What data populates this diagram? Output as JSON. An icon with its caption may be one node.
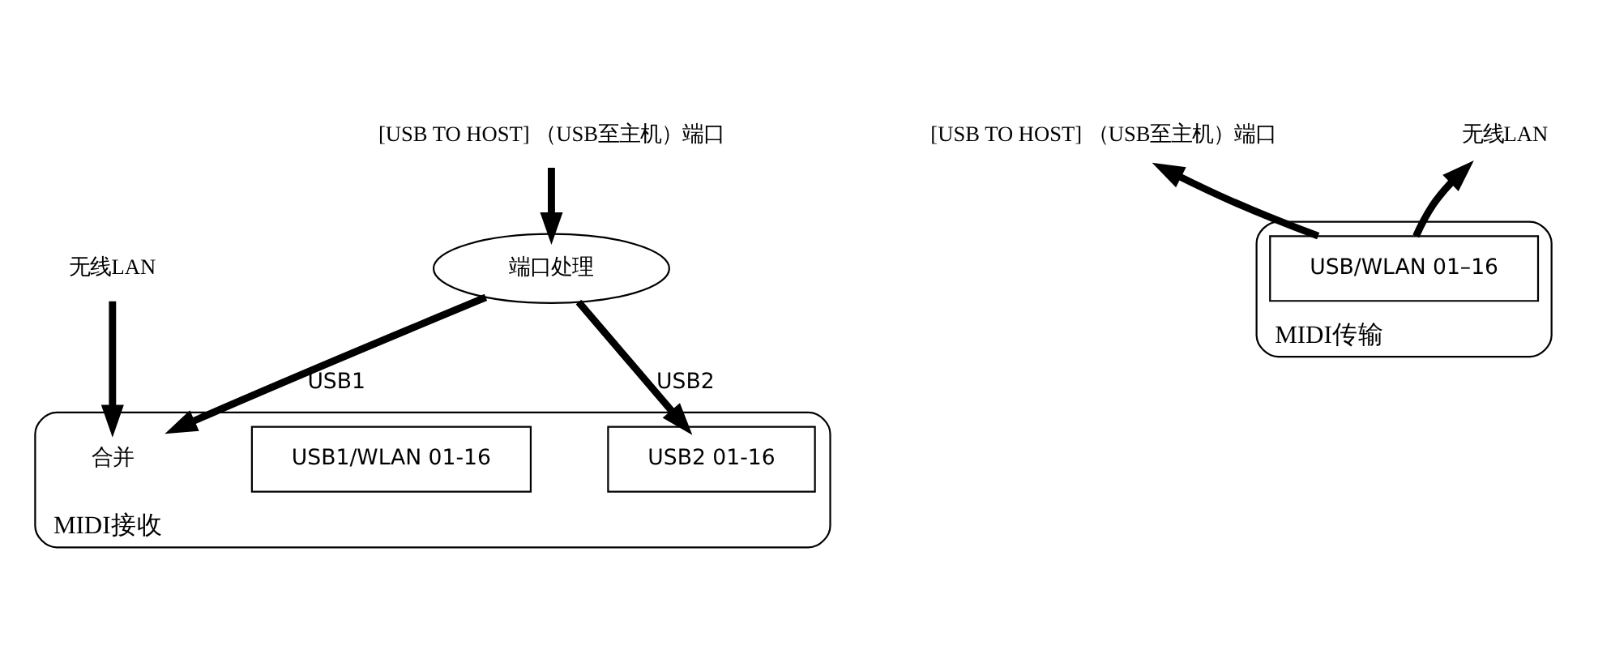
{
  "diagram": {
    "nodes": [
      {
        "text": [
          "MIDI接收"
        ]
      },
      {
        "text": [
          "[USB TO HOST] （USB至主机）端口"
        ]
      },
      {
        "text": [
          "无线LAN"
        ]
      },
      {
        "text": [
          "端口处理"
        ]
      },
      {
        "text": [
          "合并"
        ],
        "in": 0
      },
      {
        "text": [
          "USB1/WLAN 01-16"
        ],
        "in": 0
      },
      {
        "text": [
          "USB2 01-16"
        ],
        "in": 0
      },
      {
        "text": [
          "MIDI传输"
        ]
      },
      {
        "text": [
          "[USB TO HOST] （USB至主机）端口"
        ]
      },
      {
        "text": [
          "无线LAN"
        ]
      },
      {
        "text": [
          "USB/WLAN 01–16"
        ],
        "in": 7
      }
    ],
    "edges": [
      {
        "from": 1,
        "to": 3,
        "arrow": "to"
      },
      {
        "from": 2,
        "to": 4,
        "arrow": "to"
      },
      {
        "from": 3,
        "to": 4,
        "arrow": "to",
        "label": "USB1"
      },
      {
        "from": 3,
        "to": 6,
        "arrow": "to",
        "label": "USB2"
      },
      {
        "from": 10,
        "to": 9,
        "arrow": "to"
      },
      {
        "from": 10,
        "to": 8,
        "arrow": "to"
      }
    ]
  }
}
